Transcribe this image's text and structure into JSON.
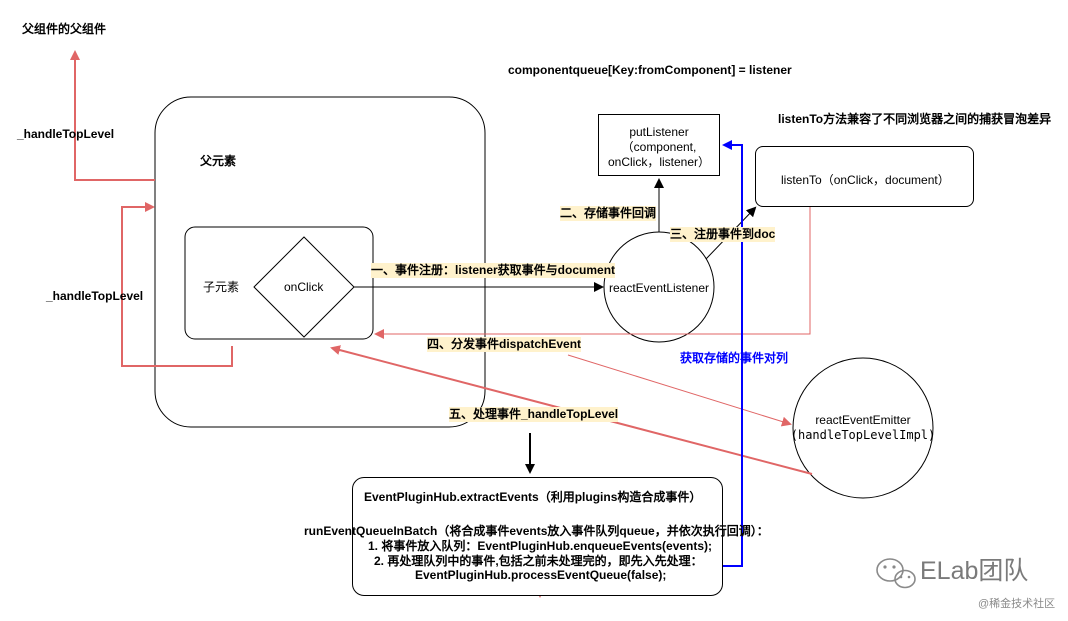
{
  "labels": {
    "grandparent": "父组件的父组件",
    "handle_top_level_1": "_handleTopLevel",
    "handle_top_level_2": "_handleTopLevel",
    "parent_element": "父元素",
    "child_element": "子元素",
    "onclick": "onClick",
    "component_queue": "componentqueue[Key:fromComponent] = listener",
    "listen_to_note": "listenTo方法兼容了不同浏览器之间的捕获冒泡差异",
    "get_stored_queue": "获取存储的事件对列"
  },
  "nodes": {
    "put_listener": {
      "line1": "putListener",
      "line2": "（component,",
      "line3": "onClick，listener）"
    },
    "listen_to": "listenTo（onClick，document）",
    "react_event_listener": "reactEventListener",
    "react_event_emitter": {
      "line1": "reactEventEmitter",
      "line2": "(handleTopLevelImpl)"
    },
    "event_plugin_hub": {
      "line1": "EventPluginHub.extractEvents（利用plugins构造合成事件）",
      "line2": "runEventQueueInBatch（将合成事件events放入事件队列queue，并依次执行回调）：",
      "line3": "1. 将事件放入队列：EventPluginHub.enqueueEvents(events);",
      "line4": "2. 再处理队列中的事件,包括之前未处理完的，即先入先处理：",
      "line5": "EventPluginHub.processEventQueue(false);"
    }
  },
  "steps": {
    "step1": "一、事件注册：listener获取事件与document",
    "step2": "二、存储事件回调",
    "step3": "三、注册事件到doc",
    "step4": "四、分发事件dispatchEvent",
    "step5": "五、处理事件_handleTopLevel"
  },
  "watermark": {
    "brand": "ELab团队",
    "source": "@稀金技术社区"
  },
  "colors": {
    "red": "#e06666",
    "blue": "#0000ff",
    "highlight": "#fff2cc"
  }
}
